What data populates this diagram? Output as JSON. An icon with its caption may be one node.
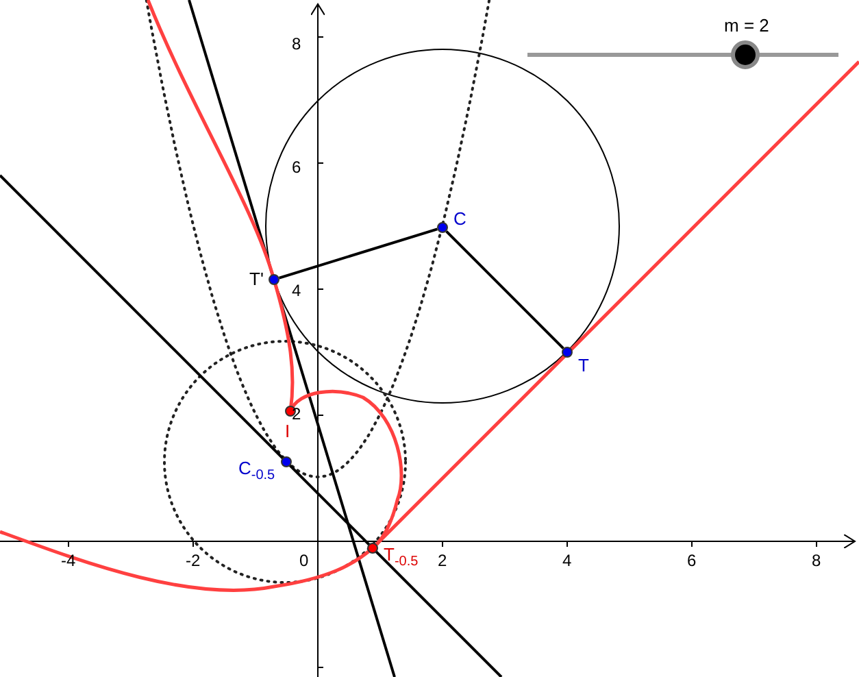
{
  "diagram": {
    "nodes": [
      {
        "text": [
          "T'"
        ]
      },
      {
        "text": [
          "C"
        ]
      },
      {
        "text": [
          "T"
        ]
      },
      {
        "text": [
          "I"
        ]
      },
      {
        "text": [
          "C$_{-0.5}$"
        ]
      },
      {
        "text": [
          "T$_{-0.5}$"
        ]
      }
    ],
    "edges": [
      {
        "from": 0,
        "to": 1,
        "arrow": "none"
      },
      {
        "from": 1,
        "to": 2,
        "arrow": "none"
      }
    ],
    "labels": [
      "m = 2",
      "8",
      "6",
      "4",
      "2",
      "-4",
      "-2",
      "0",
      "2",
      "4",
      "6",
      "8"
    ]
  }
}
